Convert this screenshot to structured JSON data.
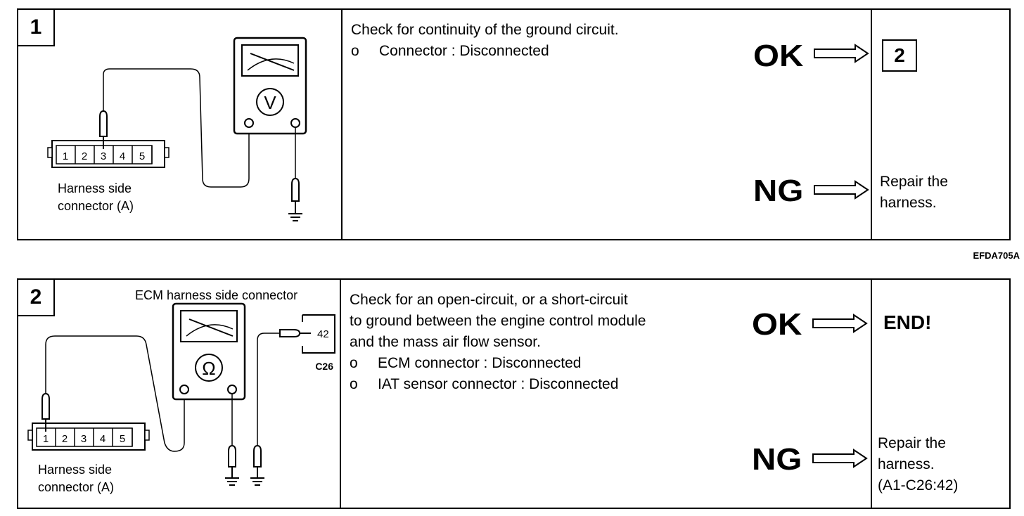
{
  "figure_ref": "EFDA705A",
  "steps": [
    {
      "number": "1",
      "instruction_title": "Check for continuity of the ground circuit.",
      "bullets": [
        {
          "marker": "o",
          "text": "Connector : Disconnected"
        }
      ],
      "ok_label": "OK",
      "ok_next": "2",
      "ng_label": "NG",
      "ng_action": [
        "Repair the",
        "harness."
      ],
      "meter_symbol": "V",
      "connector_pins": [
        "1",
        "2",
        "3",
        "4",
        "5"
      ],
      "connector_caption": [
        "Harness side",
        "connector (A)"
      ]
    },
    {
      "number": "2",
      "instruction_lines": [
        "Check for an open-circuit, or a short-circuit",
        "to ground between the engine control module",
        "and the mass air flow sensor."
      ],
      "bullets": [
        {
          "marker": "o",
          "text": "ECM connector : Disconnected"
        },
        {
          "marker": "o",
          "text": "IAT sensor connector : Disconnected"
        }
      ],
      "ok_label": "OK",
      "ok_result": "END!",
      "ng_label": "NG",
      "ng_action": [
        "Repair the",
        "harness.",
        "(A1-C26:42)"
      ],
      "meter_symbol": "Ω",
      "connector_pins": [
        "1",
        "2",
        "3",
        "4",
        "5"
      ],
      "connector_caption": [
        "Harness side",
        "connector (A)"
      ],
      "ecm_label": "ECM harness side connector",
      "ecm_pin": "42",
      "ecm_connector_id": "C26"
    }
  ]
}
